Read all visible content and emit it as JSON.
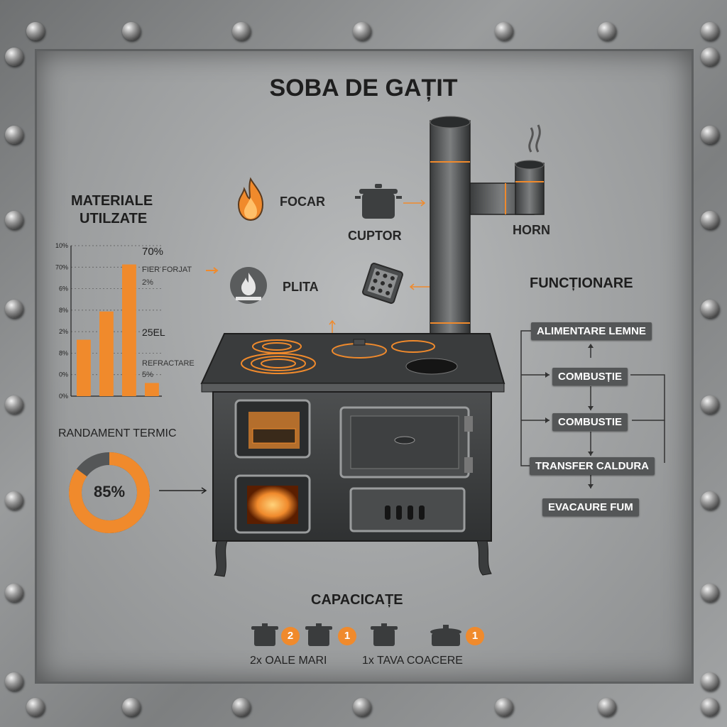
{
  "title": "SOBA DE GAȚIT",
  "colors": {
    "accent": "#f08a2c",
    "dark": "#3d3f40",
    "box": "#545657"
  },
  "materials": {
    "heading_line1": "MATERIALE",
    "heading_line2": "UTILZATE",
    "y_ticks": [
      "10%",
      "70%",
      "6%",
      "8%",
      "2%",
      "8%",
      "0%",
      "0%"
    ],
    "labels": {
      "top_value": "70%",
      "fier_forjat": "FIER FORJAT",
      "fier_pct": "2%",
      "otel": "25EL",
      "refractare": "REFRACTARE",
      "refractare_pct": "5%"
    }
  },
  "chart_data": {
    "type": "bar",
    "values": [
      30,
      45,
      70,
      7
    ],
    "ylim": [
      0,
      80
    ]
  },
  "efficiency": {
    "heading": "RANDAMENT TERMIC",
    "value": "85%",
    "fraction": 0.85
  },
  "parts": {
    "focar": "FOCAR",
    "cuptor": "CUPTOR",
    "plita": "PLITA",
    "horn": "HORN"
  },
  "icons": [
    "flame-icon",
    "pot-icon",
    "hot-plate-icon",
    "baking-tray-icon",
    "steam-icon"
  ],
  "functionare": {
    "heading": "FUNCȚIONARE",
    "steps": [
      "ALIMENTARE LEMNE",
      "COMBUSȚIE",
      "COMBUSTIE",
      "TRANSFER CALDURA",
      "EVACAURE FUM"
    ]
  },
  "capacity": {
    "heading": "CAPACICAȚE",
    "badges": [
      "2",
      "1",
      "1"
    ],
    "caption_left": "2x OALE MARI",
    "caption_right": "1x TAVA COACERE"
  }
}
